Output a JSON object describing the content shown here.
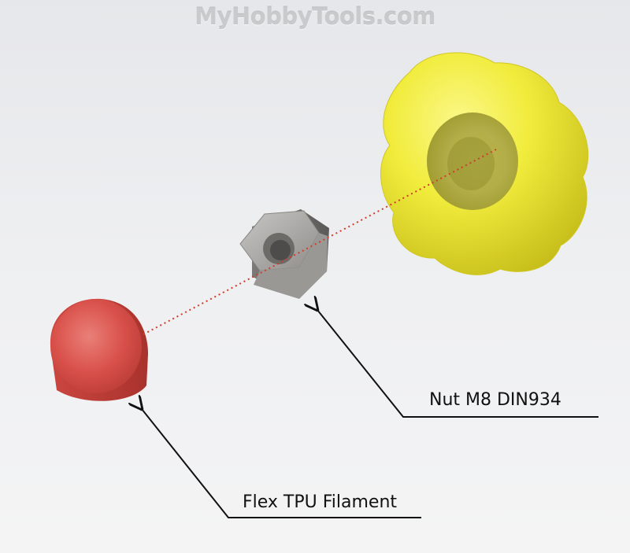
{
  "watermark": "MyHobbyTools.com",
  "labels": {
    "nut": "Nut M8 DIN934",
    "cap": "Flex TPU Filament"
  },
  "parts": [
    {
      "name": "knob",
      "color": "#f1ec3c"
    },
    {
      "name": "nut",
      "color": "#a6a4a1"
    },
    {
      "name": "cap",
      "color": "#d9504a"
    }
  ],
  "colors": {
    "axis_line": "#d33a2a",
    "leader": "#111111"
  }
}
